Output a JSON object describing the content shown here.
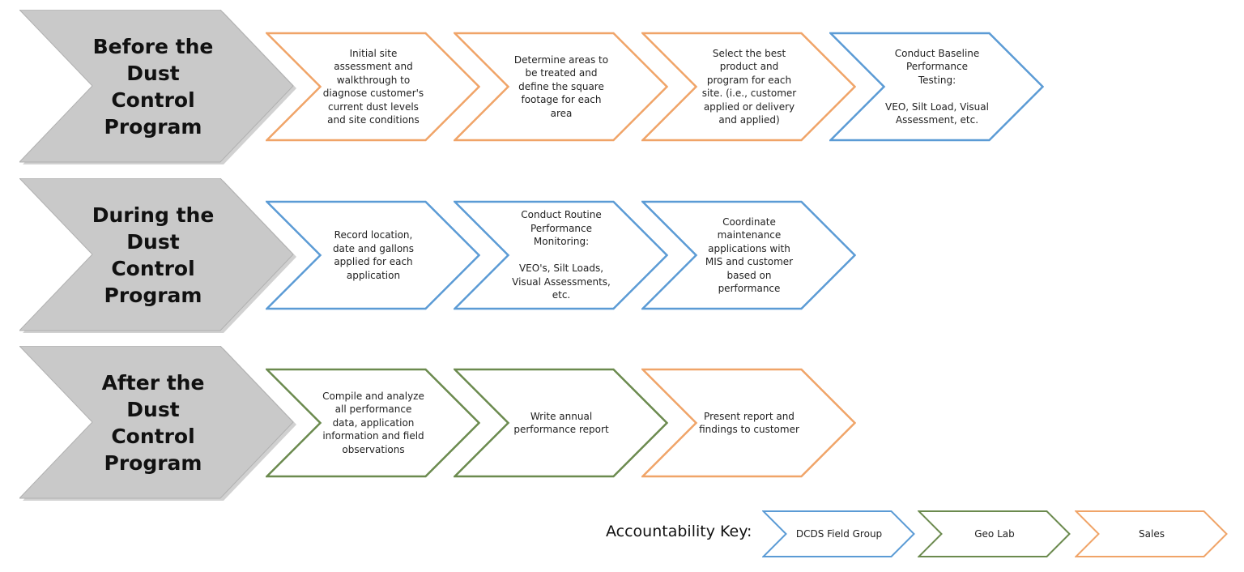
{
  "colors": {
    "field_group": "#5b9bd5",
    "geo_lab": "#6b8a4e",
    "sales": "#f0a468",
    "phase_fill": "#c9c9c9",
    "phase_stroke": "#b0b0b0"
  },
  "phases": [
    {
      "label": "Before the\nDust\nControl\nProgram",
      "steps": [
        {
          "text": "Initial site\nassessment and\nwalkthrough to\ndiagnose customer's\ncurrent dust levels\nand site conditions",
          "owner": "sales"
        },
        {
          "text": "Determine areas to\nbe treated and\ndefine the square\nfootage for each\narea",
          "owner": "sales"
        },
        {
          "text": "Select the best\nproduct and\nprogram for each\nsite. (i.e., customer\napplied or delivery\nand applied)",
          "owner": "sales"
        },
        {
          "text": "Conduct Baseline\nPerformance\nTesting:\n\nVEO, Silt Load, Visual\nAssessment, etc.",
          "owner": "field_group"
        }
      ]
    },
    {
      "label": "During the\nDust\nControl\nProgram",
      "steps": [
        {
          "text": "Record location,\ndate and gallons\napplied for each\napplication",
          "owner": "field_group"
        },
        {
          "text": "Conduct Routine\nPerformance\nMonitoring:\n\nVEO's, Silt Loads,\nVisual Assessments,\netc.",
          "owner": "field_group"
        },
        {
          "text": "Coordinate\nmaintenance\napplications with\nMIS and customer\nbased on\nperformance",
          "owner": "field_group"
        }
      ]
    },
    {
      "label": "After the\nDust\nControl\nProgram",
      "steps": [
        {
          "text": "Compile and analyze\nall performance\ndata, application\ninformation and field\nobservations",
          "owner": "geo_lab"
        },
        {
          "text": "Write annual\nperformance report",
          "owner": "geo_lab"
        },
        {
          "text": "Present report and\nfindings to customer",
          "owner": "sales"
        }
      ]
    }
  ],
  "key": {
    "title": "Accountability Key:",
    "items": [
      {
        "label": "DCDS Field Group",
        "owner": "field_group"
      },
      {
        "label": "Geo Lab",
        "owner": "geo_lab"
      },
      {
        "label": "Sales",
        "owner": "sales"
      }
    ]
  }
}
